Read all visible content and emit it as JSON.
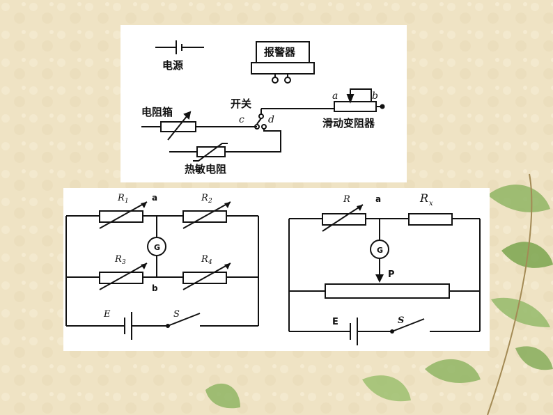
{
  "top_panel": {
    "source_label": "电源",
    "alarm_label": "报警器",
    "switch_label": "开关",
    "resistor_box_label": "电阻箱",
    "rheostat_label": "滑动变阻器",
    "thermistor_label": "热敏电阻",
    "terminal_a": "a",
    "terminal_b": "b",
    "terminal_c": "c",
    "terminal_d": "d"
  },
  "bridge_left": {
    "r1": "R",
    "r1_sub": "1",
    "r2": "R",
    "r2_sub": "2",
    "r3": "R",
    "r3_sub": "3",
    "r4": "R",
    "r4_sub": "4",
    "galvanometer": "G",
    "node_a": "a",
    "node_b": "b",
    "emf": "E",
    "switch": "S"
  },
  "bridge_right": {
    "r": "R",
    "rx": "R",
    "rx_sub": "x",
    "galvanometer": "G",
    "node_a": "a",
    "slider": "P",
    "emf": "E",
    "switch": "S"
  }
}
